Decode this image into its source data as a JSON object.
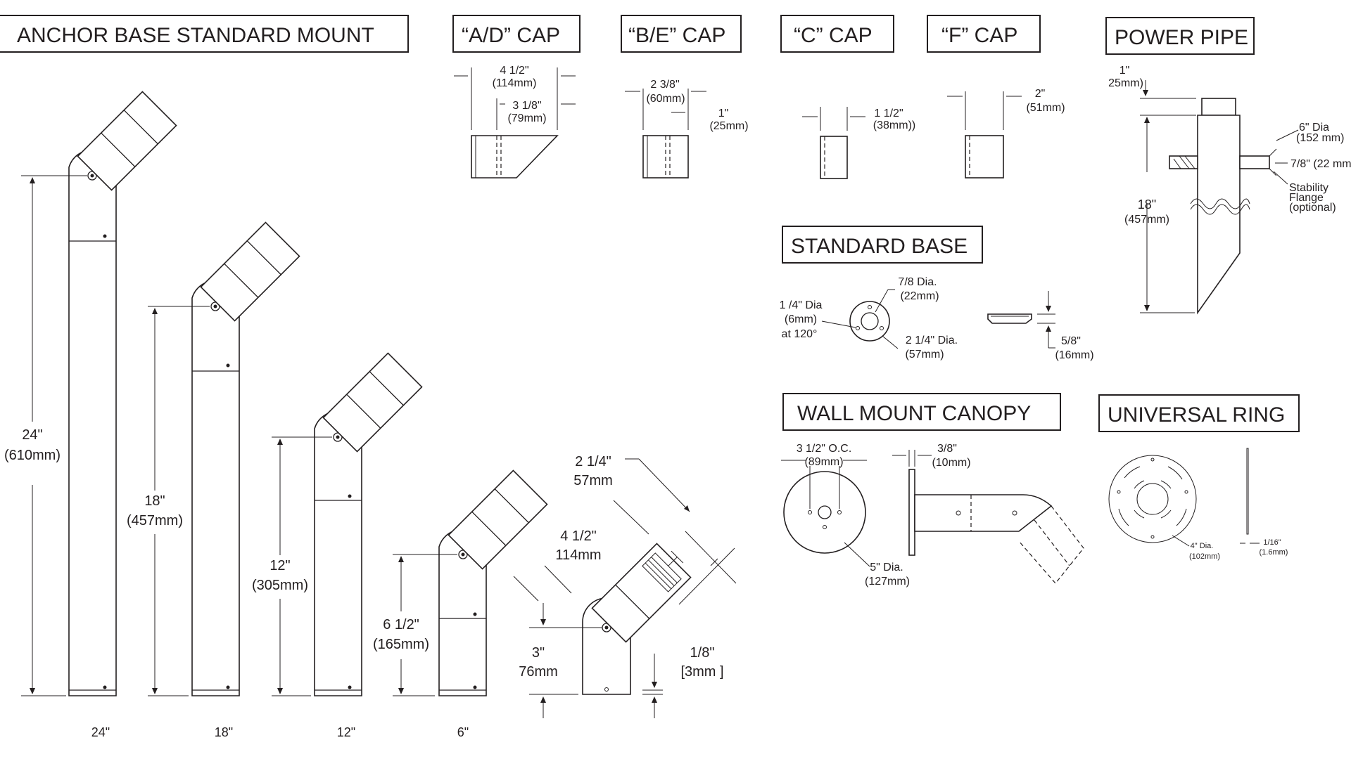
{
  "titles": {
    "anchor": "ANCHOR BASE STANDARD    MOUNT",
    "cap_ad": "“A/D” CAP",
    "cap_be": "“B/E” CAP",
    "cap_c": "“C” CAP",
    "cap_f": "“F” CAP",
    "power_pipe": "POWER  PIPE",
    "standard_base": "STANDARD  BASE",
    "wall_canopy": "WALL  MOUNT CANOPY",
    "universal_ring": "UNIVERSAL RING"
  },
  "mounts": [
    {
      "in": "24\"",
      "mm": "(610mm)",
      "label": "24\""
    },
    {
      "in": "18\"",
      "mm": "(457mm)",
      "label": "18\""
    },
    {
      "in": "12\"",
      "mm": "(305mm)",
      "label": "12\""
    },
    {
      "in": "6 1/2\"",
      "mm": "(165mm)",
      "label": "6\""
    }
  ],
  "detail": {
    "d1_in": "2 1/4\"",
    "d1_mm": "57mm",
    "d2_in": "4 1/2\"",
    "d2_mm": "114mm",
    "d3_in": "3\"",
    "d3_mm": "76mm",
    "d4_in": "1/8\"",
    "d4_mm": "[3mm ]"
  },
  "caps": {
    "ad_outer_in": "4 1/2\"",
    "ad_outer_mm": "(114mm)",
    "ad_inner_in": "3 1/8\"",
    "ad_inner_mm": "(79mm)",
    "be_outer_in": "2 3/8\"",
    "be_outer_mm": "(60mm)",
    "be_inner_in": "1\"",
    "be_inner_mm": "(25mm)",
    "c_in": "1 1/2\"",
    "c_mm": "(38mm))",
    "f_in": "2\"",
    "f_mm": "(51mm)"
  },
  "power_pipe": {
    "top_in": "1\"",
    "top_mm": "25mm)",
    "len_in": "18\"",
    "len_mm": "(457mm)",
    "dia_in": "6\" Dia",
    "dia_mm": "(152 mm)",
    "pipe_dia": "7/8\" (22 mm",
    "flange1": "Stability",
    "flange2": "Flange",
    "flange3": "(optional)"
  },
  "standard_base": {
    "hole1": "1 /4\" Dia",
    "hole2": "(6mm)",
    "hole3": "at 120°",
    "center1": "7/8 Dia.",
    "center2": "(22mm)",
    "outer1": "2 1/4\" Dia.",
    "outer2": "(57mm)",
    "h_in": "5/8\"",
    "h_mm": "(16mm)"
  },
  "wall_canopy": {
    "oc_in": "3 1/2\" O.C.",
    "oc_mm": "(89mm)",
    "thk_in": "3/8\"",
    "thk_mm": "(10mm)",
    "dia_in": "5\" Dia.",
    "dia_mm": "(127mm)"
  },
  "universal_ring": {
    "dia_in": "4\" Dia.",
    "dia_mm": "(102mm)",
    "thk_in": "1/16\"",
    "thk_mm": "(1.6mm)"
  }
}
